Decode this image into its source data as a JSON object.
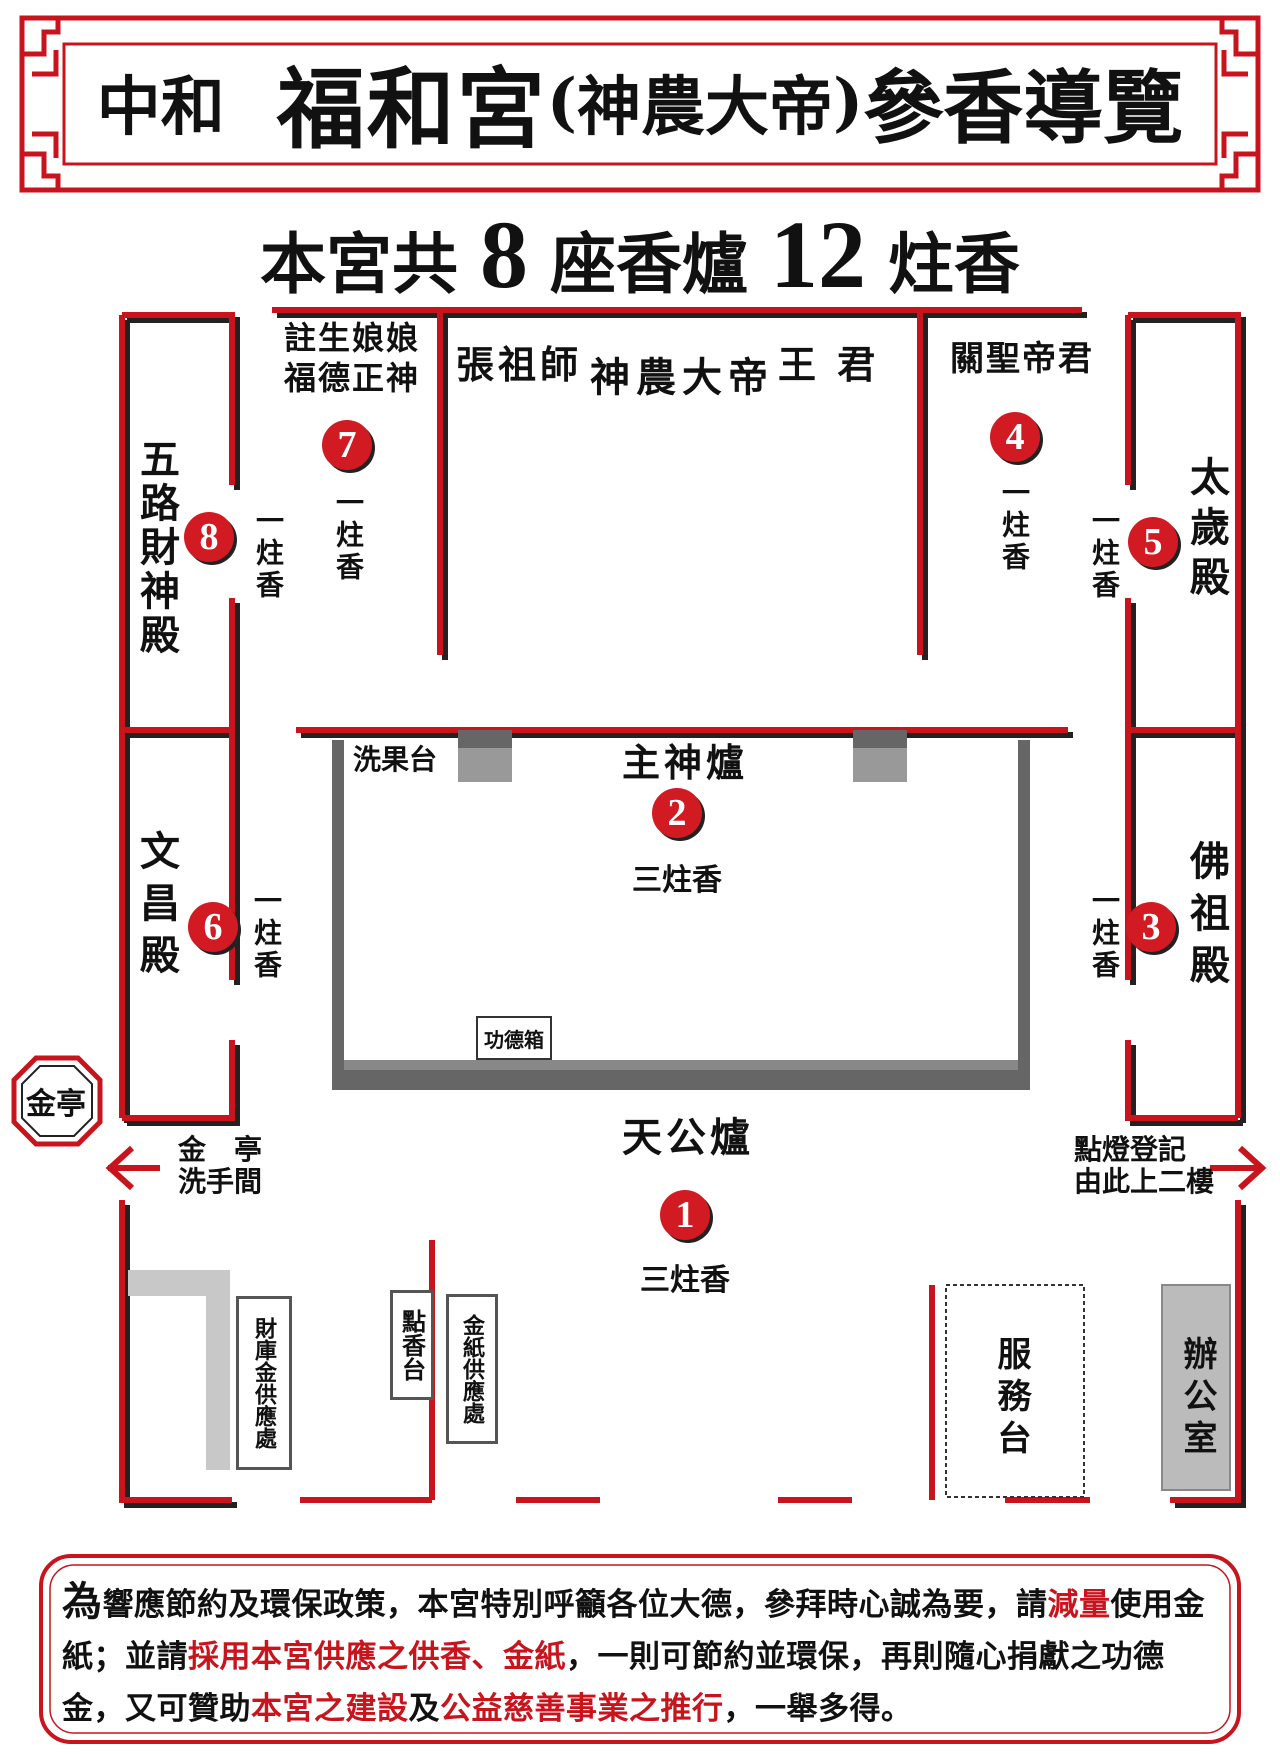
{
  "title": {
    "district": "中和",
    "temple": "福和宮",
    "paren_open": "(",
    "deity": "神農大帝",
    "paren_close": ")",
    "tail": "參香導覽"
  },
  "summary": {
    "prefix": "本宮共",
    "censer_count": "8",
    "mid": "座香爐",
    "incense_count": "12",
    "suffix": "炷香"
  },
  "halls": {
    "top_left_deities_1": "註生娘娘",
    "top_left_deities_2": "福德正神",
    "main_deity_1": "張祖師",
    "main_deity_2": "神農大帝",
    "main_deity_3": "王 君",
    "guan_sheng": "關聖帝君",
    "wulu": "五路財神殿",
    "tai_sui": "太歲殿",
    "wen_chang": "文昌殿",
    "fo_zu": "佛祖殿",
    "main_censer": "主神爐",
    "tian_gong": "天公爐"
  },
  "stations": [
    {
      "number": "1",
      "incense": "三炷香"
    },
    {
      "number": "2",
      "incense": "三炷香"
    },
    {
      "number": "3",
      "incense": "一炷香"
    },
    {
      "number": "4",
      "incense": "一炷香"
    },
    {
      "number": "5",
      "incense": "一炷香"
    },
    {
      "number": "6",
      "incense": "一炷香"
    },
    {
      "number": "7",
      "incense": "一炷香"
    },
    {
      "number": "8",
      "incense": "一炷香"
    }
  ],
  "facilities": {
    "fruit_table": "洗果台",
    "merit_box": "功德箱",
    "gold_pavilion": "金亭",
    "left_exit_1": "金　亭",
    "left_exit_2": "洗手間",
    "right_exit_1": "點燈登記",
    "right_exit_2": "由此上二樓",
    "treasury": "財庫金供應處",
    "incense_table": "點香台",
    "paper_supply": "金紙供應處",
    "service_desk": "服務台",
    "office": "辦公室"
  },
  "notice": {
    "lead": "為",
    "s1": "響應節約及環保政策，本宮特別呼籲各位大德，參拜時心誠為要，請",
    "s1_red": "減量",
    "s2": "使用金紙；並請",
    "s2_red": "採用本宮供應之供香、金紙",
    "s3": "，一則可節約並環保，再則隨心捐獻之功德金，又可贊助",
    "s3_red": "本宮之建設",
    "s4": "及",
    "s4_red": "公益慈善事業之推行",
    "s5": "，一舉多得。"
  },
  "colors": {
    "accent_red": "#c8141c",
    "wall_shadow": "#222222",
    "gray": "#777777"
  }
}
